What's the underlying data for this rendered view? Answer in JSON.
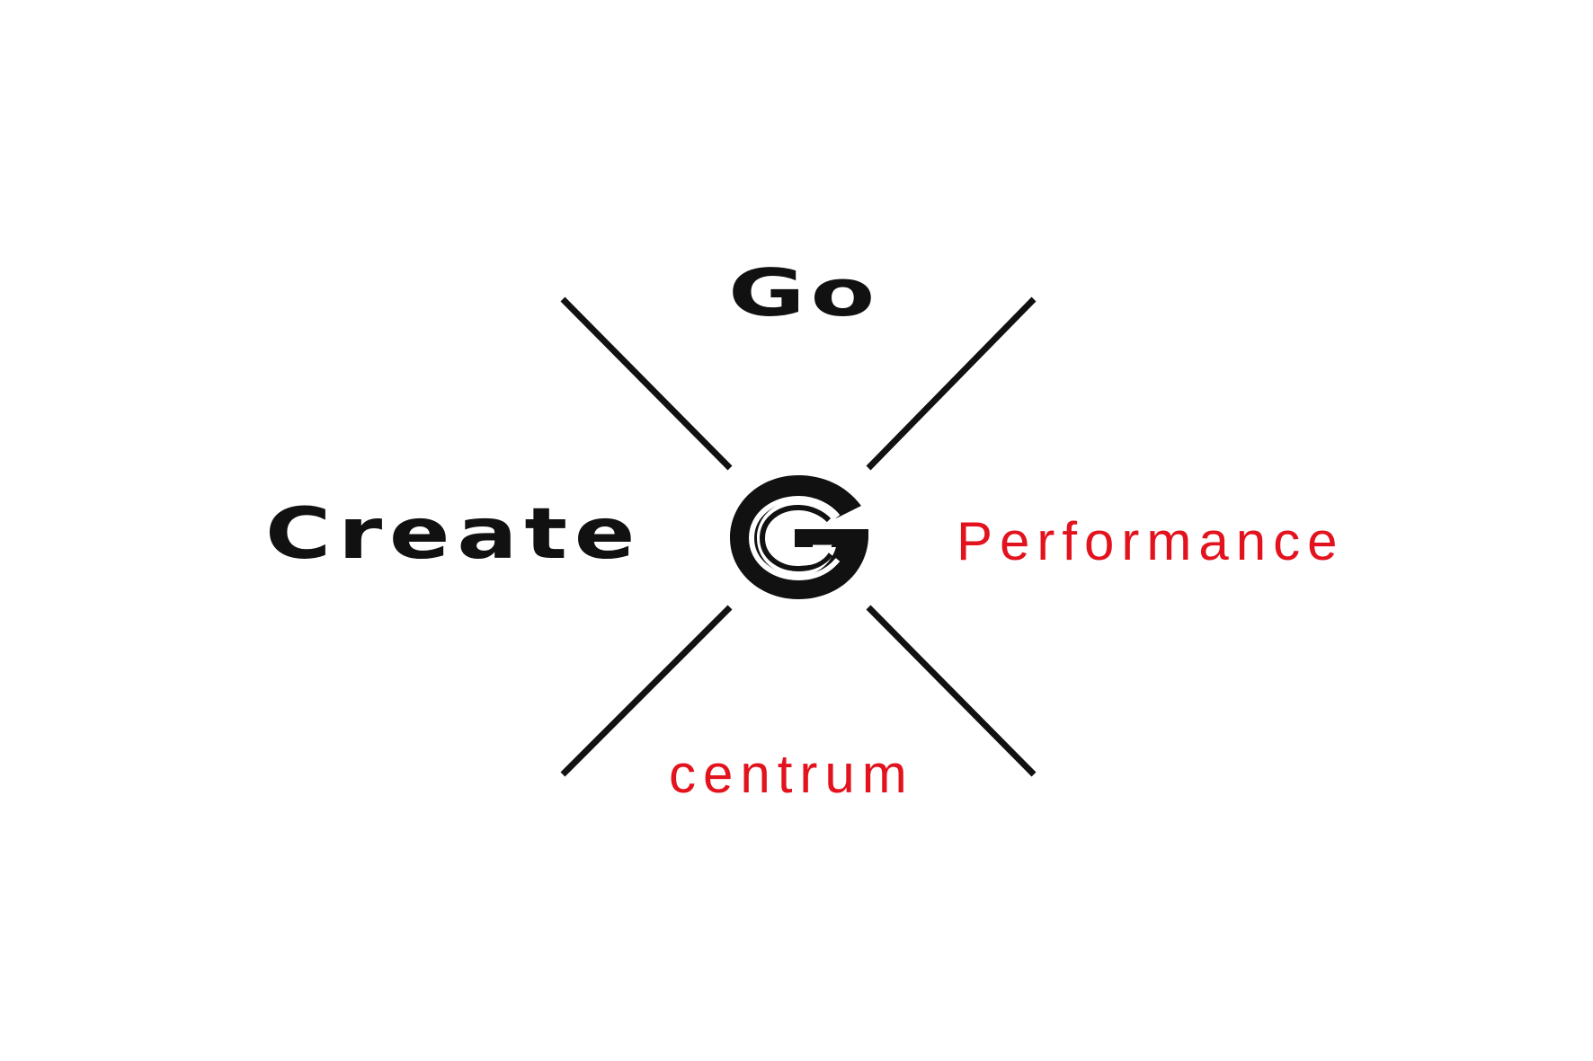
{
  "brand": {
    "top_word": "Go",
    "left_word": "Create",
    "right_word": "Performance",
    "bottom_word": "centrum",
    "logo_icon": "g-monogram-icon"
  },
  "colors": {
    "background": "#ffffff",
    "dark": "#111111",
    "accent_red": "#e3131e"
  }
}
